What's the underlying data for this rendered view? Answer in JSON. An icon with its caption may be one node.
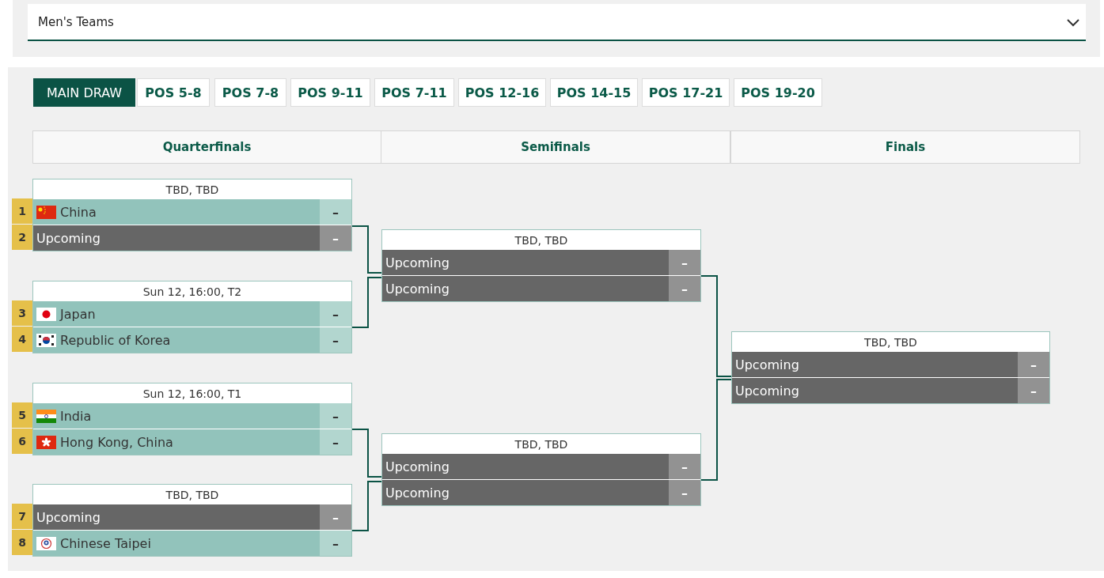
{
  "diagram": {
    "nodes": [
      {
        "text": [
          "TBD, TBD"
        ]
      },
      {
        "text": [
          "China",
          "–"
        ],
        "in": 0,
        "beside": [
          "1"
        ]
      },
      {
        "text": [
          "Upcoming",
          "–"
        ],
        "in": 0,
        "beside": [
          "2"
        ]
      },
      {
        "text": [
          "Sun 12, 16:00, T2"
        ]
      },
      {
        "text": [
          "Japan",
          "–"
        ],
        "in": 3,
        "beside": [
          "3"
        ]
      },
      {
        "text": [
          "Republic of Korea",
          "–"
        ],
        "in": 3,
        "beside": [
          "4"
        ]
      },
      {
        "text": [
          "Sun 12, 16:00, T1"
        ]
      },
      {
        "text": [
          "India",
          "–"
        ],
        "in": 6,
        "beside": [
          "5"
        ]
      },
      {
        "text": [
          "Hong Kong, China",
          "–"
        ],
        "in": 6,
        "beside": [
          "6"
        ]
      },
      {
        "text": [
          "TBD, TBD"
        ]
      },
      {
        "text": [
          "Upcoming",
          "–"
        ],
        "in": 9,
        "beside": [
          "7"
        ]
      },
      {
        "text": [
          "Chinese Taipei",
          "–"
        ],
        "in": 9,
        "beside": [
          "8"
        ]
      },
      {
        "text": [
          "TBD, TBD"
        ]
      },
      {
        "text": [
          "Upcoming",
          "–"
        ],
        "in": 12
      },
      {
        "text": [
          "Upcoming",
          "–"
        ],
        "in": 12
      },
      {
        "text": [
          "TBD, TBD"
        ]
      },
      {
        "text": [
          "Upcoming",
          "–"
        ],
        "in": 15
      },
      {
        "text": [
          "Upcoming",
          "–"
        ],
        "in": 15
      },
      {
        "text": [
          "TBD, TBD"
        ]
      },
      {
        "text": [
          "Upcoming",
          "–"
        ],
        "in": 18
      },
      {
        "text": [
          "Upcoming",
          "–"
        ],
        "in": 18
      }
    ],
    "edges": [
      {
        "from": 0,
        "to": 13,
        "arrow": "none"
      },
      {
        "from": 3,
        "to": 14,
        "arrow": "none"
      },
      {
        "from": 6,
        "to": 16,
        "arrow": "none"
      },
      {
        "from": 9,
        "to": 17,
        "arrow": "none"
      },
      {
        "from": 12,
        "to": 19,
        "arrow": "none"
      },
      {
        "from": 15,
        "to": 20,
        "arrow": "none"
      }
    ],
    "labels": [
      "Men's Teams",
      "MAIN DRAW",
      "POS 5-8",
      "POS 7-8",
      "POS 9-11",
      "POS 7-11",
      "POS 12-16",
      "POS 14-15",
      "POS 17-21",
      "POS 19-20",
      "Quarterfinals",
      "Semifinals",
      "Finals"
    ]
  }
}
